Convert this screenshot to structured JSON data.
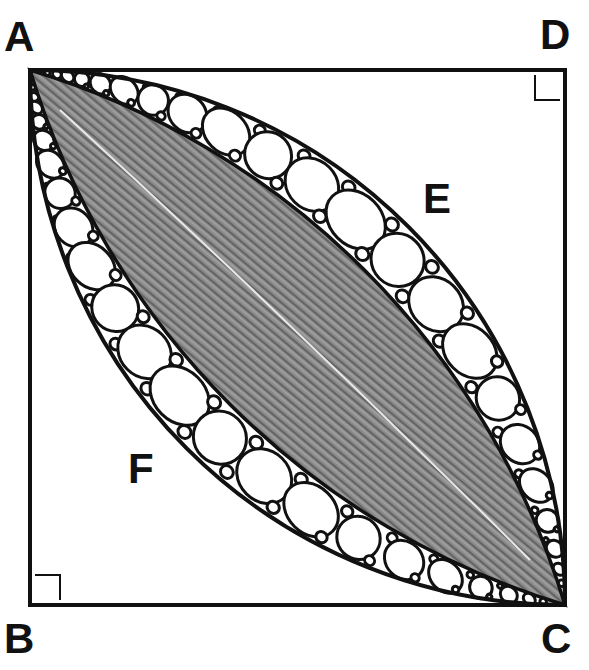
{
  "diagram": {
    "labels": [
      "A",
      "D",
      "E",
      "F",
      "B",
      "C"
    ]
  }
}
